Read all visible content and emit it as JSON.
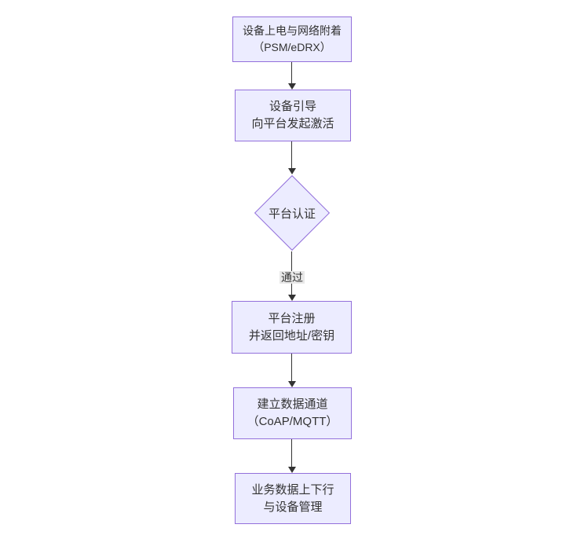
{
  "diagram": {
    "type": "flowchart",
    "direction": "top-down",
    "nodes": [
      {
        "id": "A",
        "shape": "rect",
        "lines": [
          "设备上电与网络附着",
          "（PSM/eDRX）"
        ]
      },
      {
        "id": "B",
        "shape": "rect",
        "lines": [
          "设备引导",
          "向平台发起激活"
        ]
      },
      {
        "id": "C",
        "shape": "diamond",
        "lines": [
          "平台认证"
        ]
      },
      {
        "id": "D",
        "shape": "rect",
        "lines": [
          "平台注册",
          "并返回地址/密钥"
        ]
      },
      {
        "id": "E",
        "shape": "rect",
        "lines": [
          "建立数据通道",
          "（CoAP/MQTT）"
        ]
      },
      {
        "id": "F",
        "shape": "rect",
        "lines": [
          "业务数据上下行",
          "与设备管理"
        ]
      }
    ],
    "edges": [
      {
        "from": "A",
        "to": "B",
        "label": ""
      },
      {
        "from": "B",
        "to": "C",
        "label": ""
      },
      {
        "from": "C",
        "to": "D",
        "label": "通过"
      },
      {
        "from": "D",
        "to": "E",
        "label": ""
      },
      {
        "from": "E",
        "to": "F",
        "label": ""
      }
    ],
    "colors": {
      "node_fill": "#ECECFF",
      "node_border": "#9370DB",
      "edge_line": "#333333",
      "edge_label_bg": "#e8e8e8",
      "text": "#333333",
      "background": "#ffffff"
    }
  }
}
